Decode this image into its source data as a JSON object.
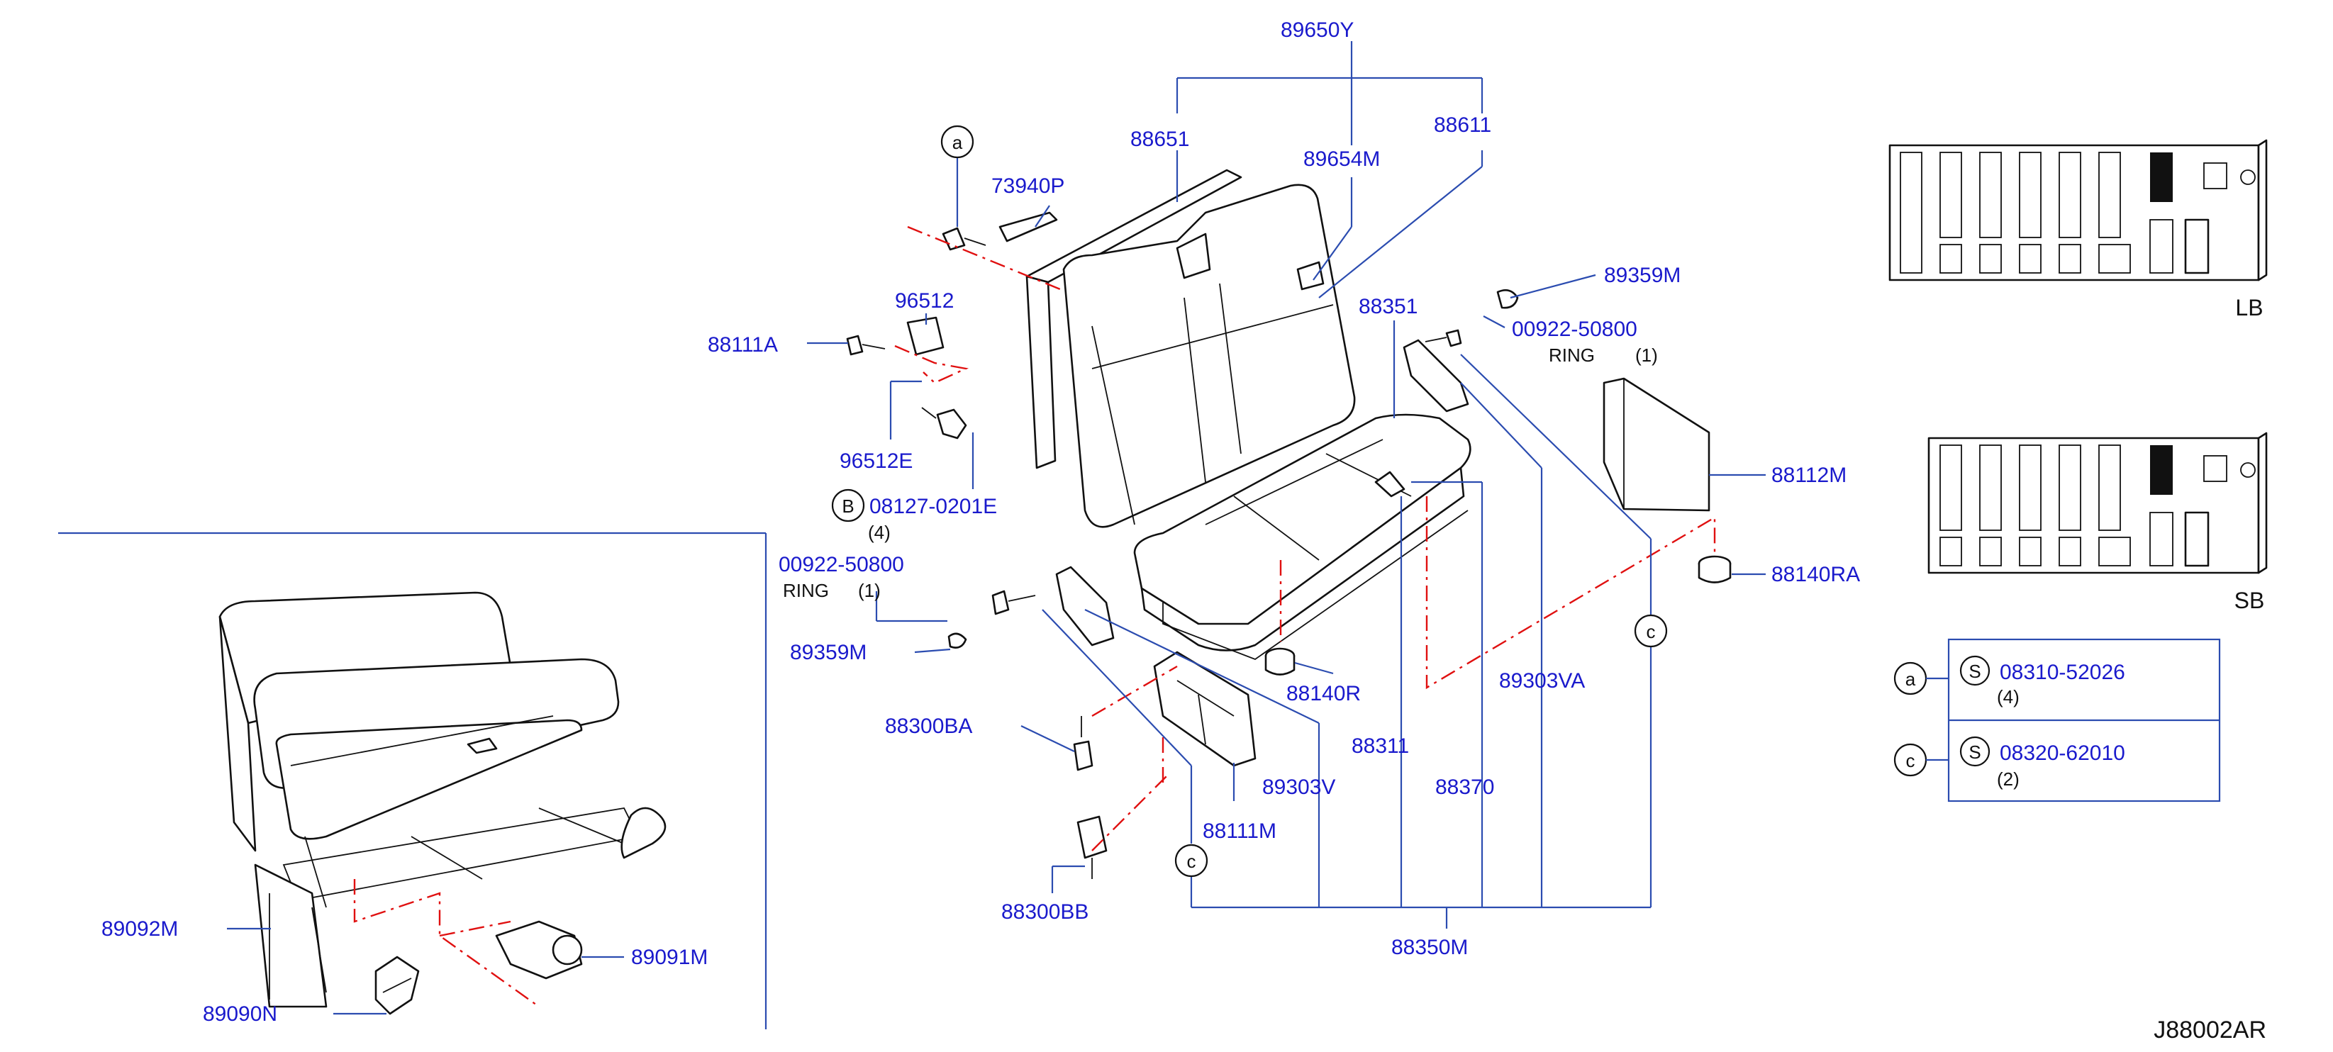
{
  "diagram_id": "J88002AR",
  "callouts": {
    "a": "a",
    "b": "B",
    "c": "c",
    "s": "S"
  },
  "labels": {
    "p89650Y": "89650Y",
    "p88651": "88651",
    "p89654M": "89654M",
    "p88611": "88611",
    "p73940P": "73940P",
    "p96512": "96512",
    "p88111A": "88111A",
    "p96512E": "96512E",
    "p08127": "08127-0201E",
    "p08127_qty": "(4)",
    "p88351": "88351",
    "p89359M_r": "89359M",
    "p00922_r": "00922-50800",
    "ring_r": "RING",
    "ring_r_qty": "(1)",
    "p88112M": "88112M",
    "p88140RA": "88140RA",
    "p00922_l": "00922-50800",
    "ring_l": "RING",
    "ring_l_qty": "(1)",
    "p89359M_l": "89359M",
    "p88300BA": "88300BA",
    "p88140R": "88140R",
    "p89303VA": "89303VA",
    "p88311": "88311",
    "p89303V": "89303V",
    "p88370": "88370",
    "p88111M": "88111M",
    "p88300BB": "88300BB",
    "p88350M": "88350M",
    "p89092M": "89092M",
    "p89091M": "89091M",
    "p89090N": "89090N"
  },
  "legend": {
    "row_a": {
      "code": "08310-52026",
      "qty": "(4)"
    },
    "row_c": {
      "code": "08320-62010",
      "qty": "(2)"
    }
  },
  "variants": {
    "top": "LB",
    "bottom": "SB"
  }
}
